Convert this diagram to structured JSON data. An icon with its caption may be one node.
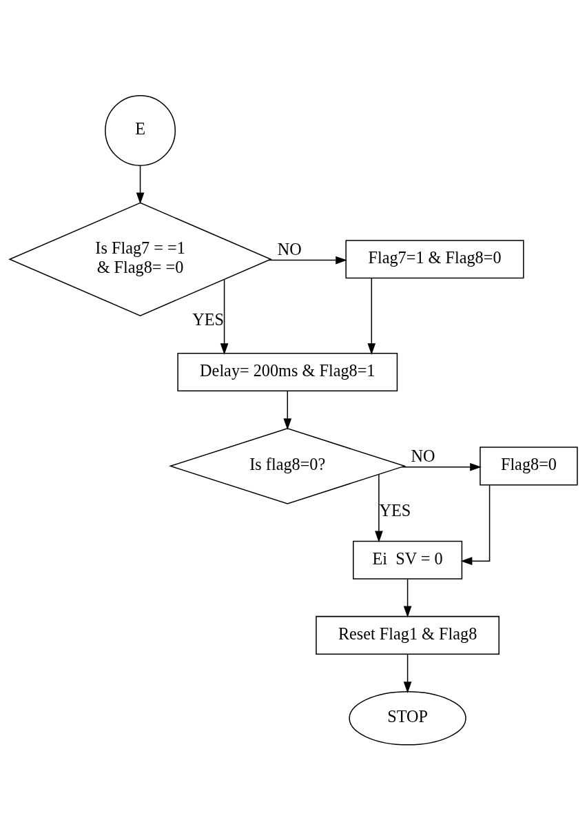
{
  "diagram": {
    "nodes": [
      {
        "text": [
          "E"
        ]
      },
      {
        "text": [
          "Is Flag7 = =1 & Flag8= =0"
        ]
      },
      {
        "text": [
          "Flag7=1 & Flag8=0"
        ]
      },
      {
        "text": [
          "Delay= 200ms & Flag8=1"
        ]
      },
      {
        "text": [
          "Is flag8=0?"
        ]
      },
      {
        "text": [
          "Flag8=0"
        ]
      },
      {
        "text": [
          "Ei  SV = 0"
        ]
      },
      {
        "text": [
          "Reset Flag1 & Flag8"
        ]
      },
      {
        "text": [
          "STOP"
        ]
      }
    ],
    "edges": [
      {
        "from": 0,
        "to": 1,
        "arrow": "to"
      },
      {
        "from": 1,
        "to": 2,
        "arrow": "to",
        "label": "NO"
      },
      {
        "from": 1,
        "to": 3,
        "arrow": "to",
        "label": "YES"
      },
      {
        "from": 2,
        "to": 3,
        "arrow": "to"
      },
      {
        "from": 3,
        "to": 4,
        "arrow": "to"
      },
      {
        "from": 4,
        "to": 5,
        "arrow": "to",
        "label": "NO"
      },
      {
        "from": 4,
        "to": 6,
        "arrow": "to",
        "label": "YES"
      },
      {
        "from": 5,
        "to": 6,
        "arrow": "to"
      },
      {
        "from": 6,
        "to": 7,
        "arrow": "to"
      },
      {
        "from": 7,
        "to": 8,
        "arrow": "to"
      }
    ]
  }
}
